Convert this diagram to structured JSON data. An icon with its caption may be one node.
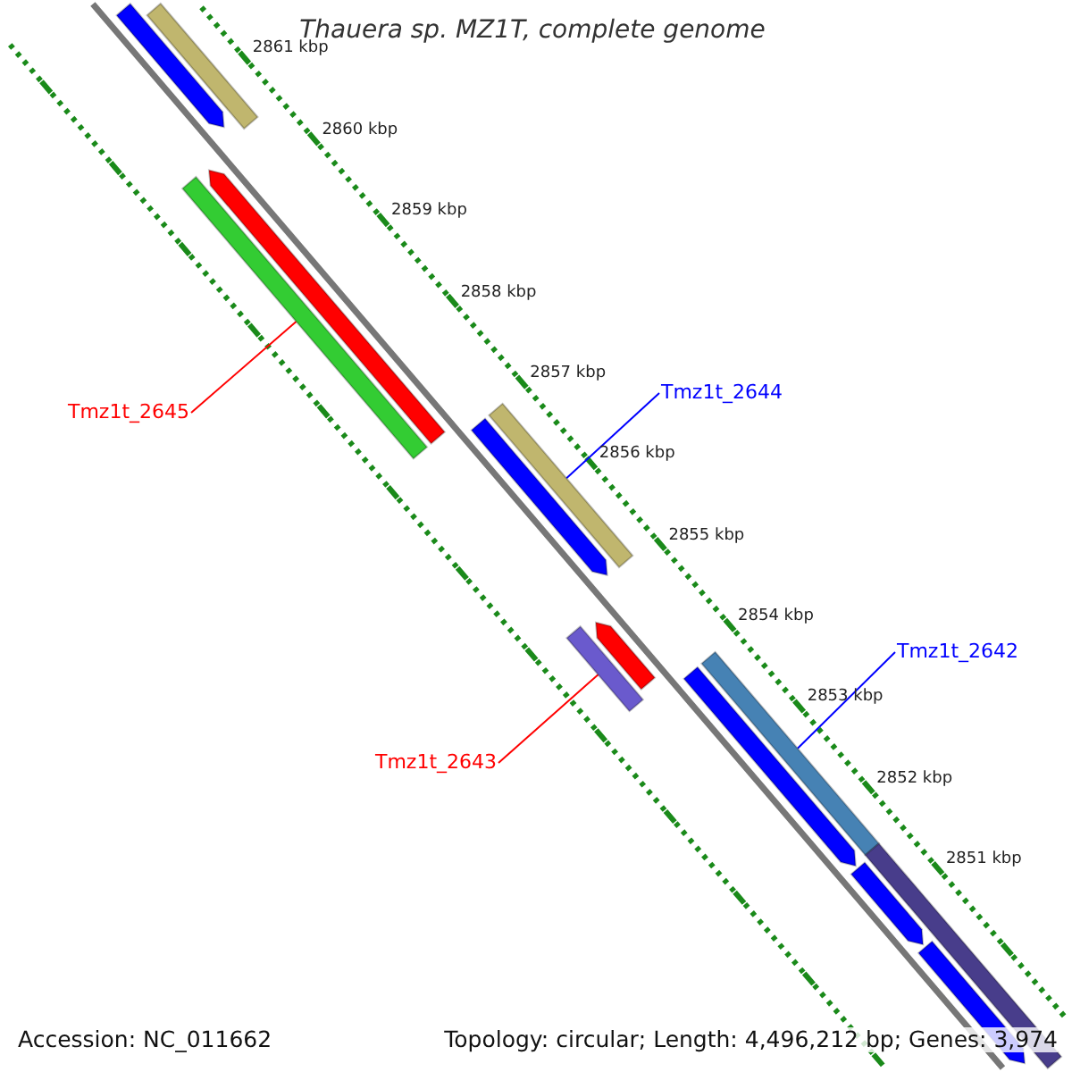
{
  "diagram": {
    "title": "Thauera sp. MZ1T, complete genome",
    "nodes": [
      {
        "text": [
          "Tmz1t_2645"
        ]
      },
      {
        "text": [],
        "shape": "bar"
      },
      {
        "text": [
          "Tmz1t_2644"
        ]
      },
      {
        "text": [],
        "shape": "bar"
      },
      {
        "text": [
          "Tmz1t_2643"
        ]
      },
      {
        "text": [],
        "shape": "bar"
      },
      {
        "text": [
          "Tmz1t_2642"
        ]
      },
      {
        "text": [],
        "shape": "bar"
      },
      {
        "text": [],
        "shape": "bar"
      },
      {
        "text": [],
        "shape": "bar"
      },
      {
        "text": [],
        "shape": "bar"
      },
      {
        "text": [],
        "shape": "bar"
      },
      {
        "text": [],
        "shape": "bar"
      },
      {
        "text": [],
        "shape": "bar"
      },
      {
        "text": [],
        "shape": "bar"
      },
      {
        "text": [],
        "shape": "bar"
      },
      {
        "text": [],
        "shape": "bar"
      }
    ],
    "edges": [
      {
        "from": 0,
        "to": 1,
        "arrow": "none",
        "color": "#ff0000"
      },
      {
        "from": 2,
        "to": 3,
        "arrow": "none",
        "color": "#0000ff"
      },
      {
        "from": 4,
        "to": 5,
        "arrow": "none",
        "color": "#ff0000"
      },
      {
        "from": 6,
        "to": 7,
        "arrow": "none",
        "color": "#0000ff"
      }
    ],
    "labels": [
      "2861 kbp",
      "2860 kbp",
      "2859 kbp",
      "2858 kbp",
      "2857 kbp",
      "2856 kbp",
      "2855 kbp",
      "2854 kbp",
      "2853 kbp",
      "2852 kbp",
      "2851 kbp",
      "Accession: NC_011662",
      "Topology: circular; Length: 4,496,212 bp; Genes: 3,974"
    ]
  }
}
